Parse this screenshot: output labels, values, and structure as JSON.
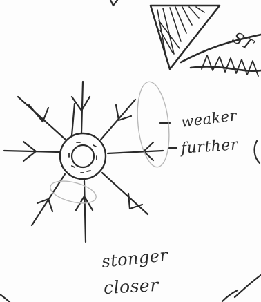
{
  "labels": {
    "arrow_banner": "ST",
    "weaker": "weaker",
    "further": "further",
    "stronger": "stonger",
    "closer": "closer"
  },
  "colors": {
    "ink": "#2a2a2a",
    "pencil": "#b9b9b9",
    "paper": "#fdfdfd"
  }
}
